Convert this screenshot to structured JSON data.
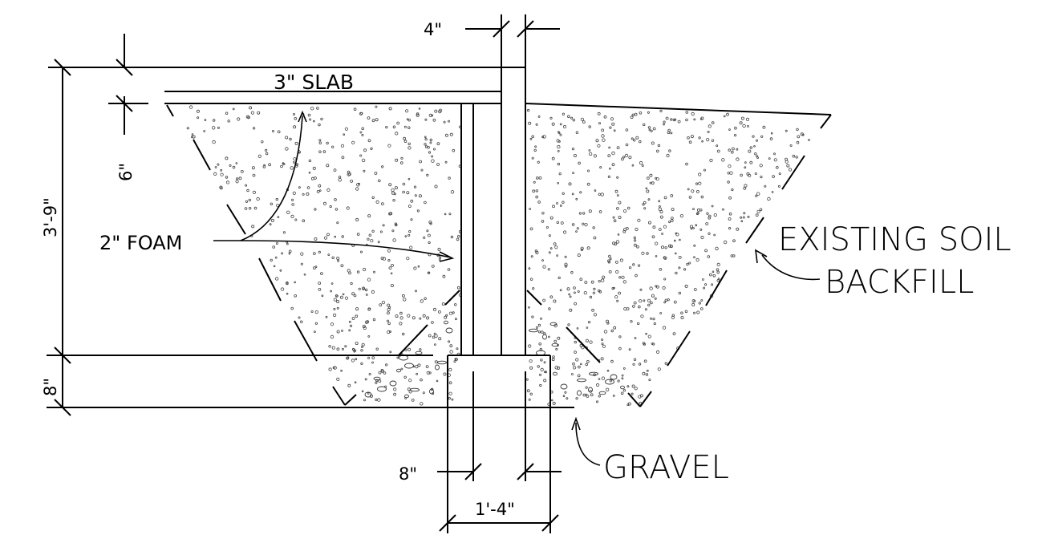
{
  "labels": {
    "slab": "3\" SLAB",
    "foam": "2\" FOAM",
    "existing_soil": "EXISTING SOIL",
    "backfill": "BACKFILL",
    "gravel": "GRAVEL"
  },
  "dimensions": {
    "wall_thickness": "4\"",
    "slab_depth": "6\"",
    "wall_height": "3'-9\"",
    "footing_height": "8\"",
    "wall_to_footing_edge": "8\"",
    "footing_width": "1'-4\""
  },
  "colors": {
    "line": "#000000",
    "background": "#ffffff",
    "stipple": "#444444"
  }
}
